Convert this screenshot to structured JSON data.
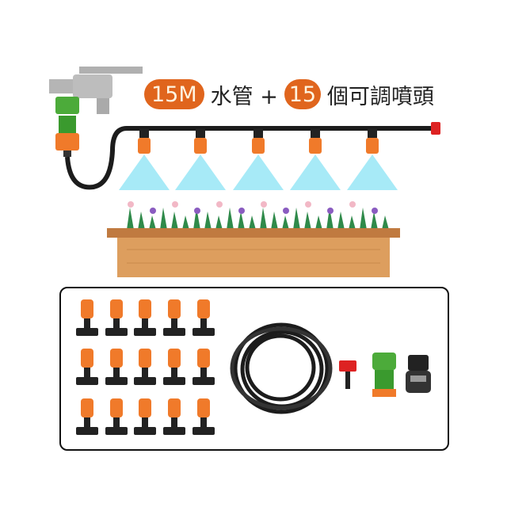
{
  "headline": {
    "hose_length": "15M",
    "hose_label": "水管 +",
    "nozzle_count": "15",
    "nozzle_label": "個可調噴頭"
  },
  "colors": {
    "accent": "#e0651d",
    "hose": "#1c1c1c",
    "nozzle": "#f07a2a",
    "connector": "#4cab3a",
    "mist": "#5fd8f0",
    "planter": "#d99a5a"
  },
  "kit": {
    "nozzle_rows": 3,
    "nozzle_cols": 5
  }
}
